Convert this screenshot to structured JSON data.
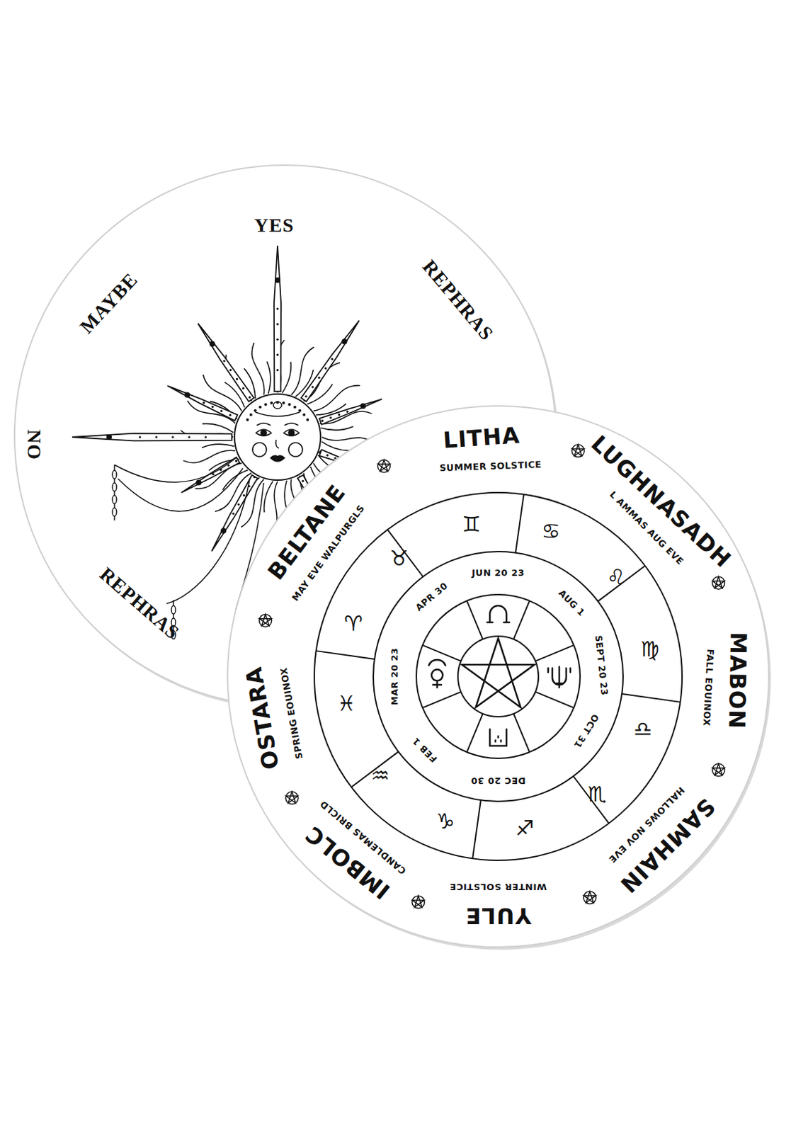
{
  "diagram": {
    "nodes": [
      {
        "text": [
          "YES",
          "MAYBE",
          "REPHRAS",
          "NO",
          "REPHRAS"
        ]
      },
      {
        "text": [
          "LITHA",
          "SUMMER SOLSTICE",
          "LUGHNASADH",
          "L AMMAS AUG EVE",
          "MABON",
          "FALL EOUINOX",
          "SAMHAIN",
          "HALLOWS NOV EVE",
          "YULE",
          "WINTER SOLSTICE",
          "IMBOLC",
          "CANDLEMAS BRICLD",
          "OSTARA",
          "SPRING EOUINOX",
          "BELTANE",
          "MAY EVE WALPURGLS",
          "JUN 20 23",
          "AUG 1",
          "SEPT 20 23",
          "OCT 31",
          "DEC 20 30",
          "FEB 1",
          "MAR 20 23",
          "APR 30"
        ]
      }
    ],
    "labels": [
      "♊",
      "♋",
      "♌",
      "♍",
      "♎",
      "♏",
      "♐",
      "♑",
      "♒",
      "♓",
      "♈",
      "♉"
    ]
  }
}
